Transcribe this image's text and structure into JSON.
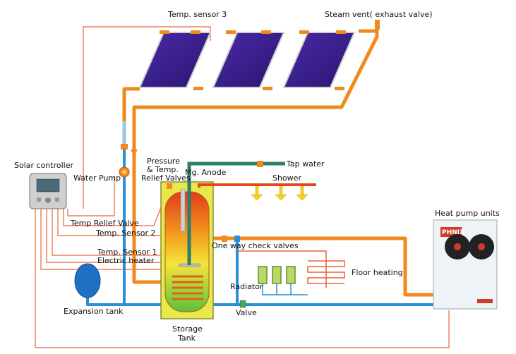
{
  "labels": {
    "temp_sensor_3": "Temp. sensor 3",
    "steam_vent": "Steam vent( exhaust valve)",
    "solar_controller": "Solar controller",
    "water_pump": "Water Pump",
    "pressure_relief_1": "Pressure",
    "pressure_relief_2": "& Temp.",
    "pressure_relief_3": "Relief Valves",
    "mg_anode": "Mg. Anode",
    "tap_water": "Tap water",
    "shower": "Shower",
    "heat_pump_units": "Heat pump units",
    "temp_relief_valve": "Temp  Relief Valve",
    "temp_sensor_2": "Temp.  Sensor 2",
    "one_way_check_valves": "One way check valves",
    "temp_sensor_1": "Temp.  Sensor 1",
    "electric_heater": "Electric heater",
    "floor_heating": "Floor heating",
    "radiator": "Radiator",
    "expansion_tank": "Expansion tank",
    "valve": "Valve",
    "storage_tank_1": "Storage",
    "storage_tank_2": "Tank",
    "brand": "PHNIX"
  },
  "colors": {
    "hot_pipe": "#f08a1c",
    "cold_pipe": "#2a8fd6",
    "sensor_wire": "#e8633a",
    "panel": "#3a1e8c",
    "tap_pipe": "#2f7d6c",
    "shower_pipe": "#e04a1a",
    "tank_outline": "#8a8a3a",
    "expansion_tank": "#1f6fc2"
  }
}
